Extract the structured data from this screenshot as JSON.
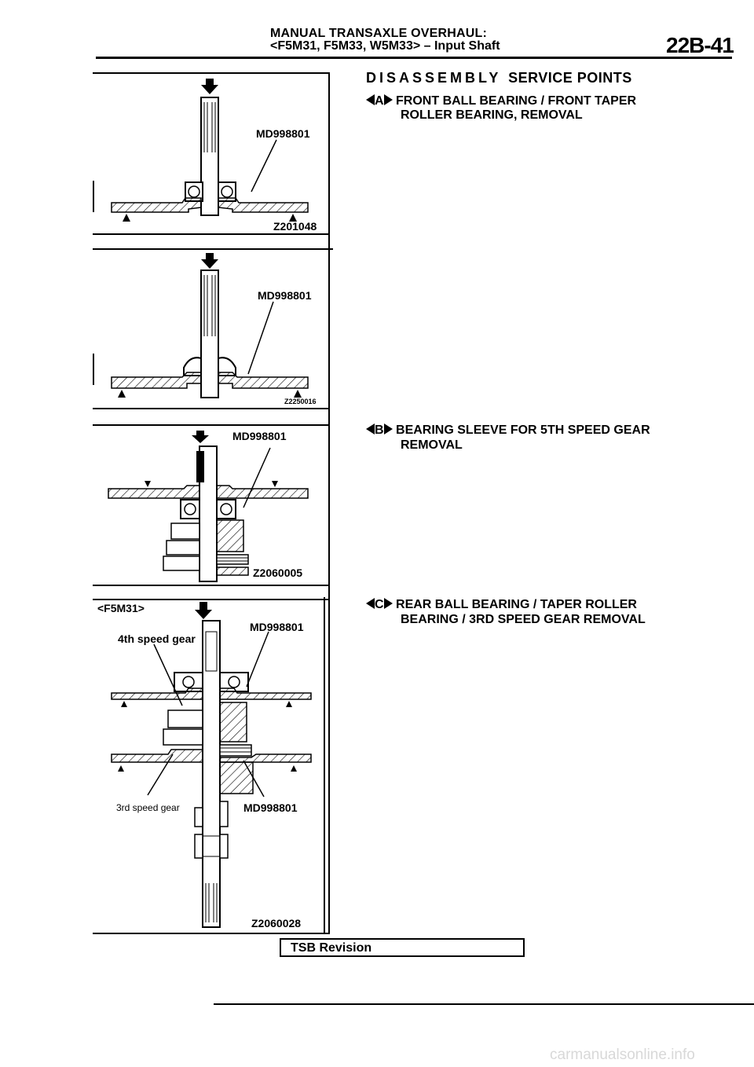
{
  "header": {
    "title": "MANUAL TRANSAXLE OVERHAUL:",
    "subtitle": "<F5M31, F5M33, W5M33> – Input Shaft",
    "page_number": "22B-41"
  },
  "figures": [
    {
      "tool_label": "MD998801",
      "figure_code": "Z201048"
    },
    {
      "tool_label": "MD998801",
      "figure_code": "Z2250016"
    },
    {
      "tool_label": "MD998801",
      "figure_code": "Z2060005"
    },
    {
      "model_label": "<F5M31>",
      "tool_label_top": "MD998801",
      "part_label_top": "4th speed gear",
      "part_label_bottom": "3rd speed gear",
      "tool_label_bottom": "MD998801",
      "figure_code": "Z2060028"
    }
  ],
  "section": {
    "title_spaced": "DISASSEMBLY",
    "title_tail": "SERVICE POINTS",
    "items": [
      {
        "code": "A",
        "line1": "FRONT BALL BEARING / FRONT TAPER",
        "line2": "ROLLER BEARING, REMOVAL"
      },
      {
        "code": "B",
        "line1": "BEARING SLEEVE FOR 5TH SPEED GEAR",
        "line2": "REMOVAL"
      },
      {
        "code": "C",
        "line1": "REAR BALL BEARING / TAPER ROLLER",
        "line2": "BEARING / 3RD SPEED GEAR REMOVAL"
      }
    ]
  },
  "footer": {
    "tsb_label": "TSB Revision",
    "watermark": "carmanualsonline.info"
  }
}
